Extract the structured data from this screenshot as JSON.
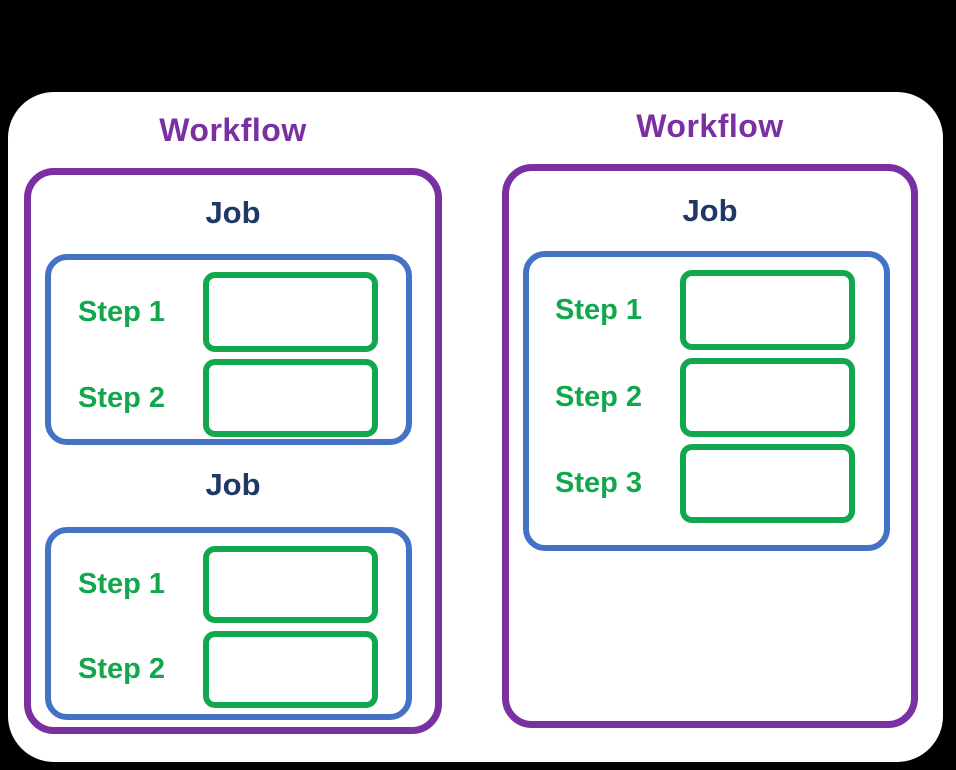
{
  "colors": {
    "purple": "#7A30A3",
    "blue": "#4472C4",
    "navy": "#1F3864",
    "green": "#12A64D",
    "bg": "#000000",
    "panel": "#FFFFFF"
  },
  "diagram": {
    "workflows": [
      {
        "title": "Workflow",
        "jobs": [
          {
            "title": "Job",
            "steps": [
              {
                "label": "Step 1"
              },
              {
                "label": "Step 2"
              }
            ]
          },
          {
            "title": "Job",
            "steps": [
              {
                "label": "Step 1"
              },
              {
                "label": "Step 2"
              }
            ]
          }
        ]
      },
      {
        "title": "Workflow",
        "jobs": [
          {
            "title": "Job",
            "steps": [
              {
                "label": "Step 1"
              },
              {
                "label": "Step 2"
              },
              {
                "label": "Step 3"
              }
            ]
          }
        ]
      }
    ]
  }
}
